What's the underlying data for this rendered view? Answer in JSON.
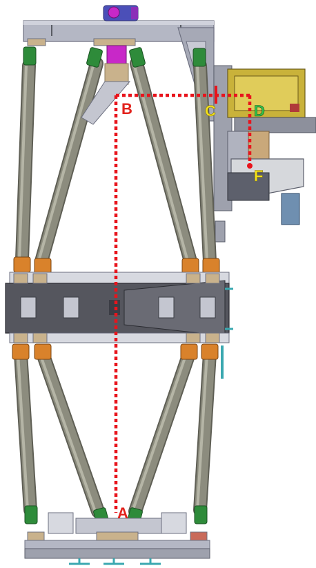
{
  "labels": {
    "A": {
      "text": "A",
      "color": "#e2221c"
    },
    "B": {
      "text": "B",
      "color": "#e2221c"
    },
    "C": {
      "text": "C",
      "color": "#f5e31a"
    },
    "D": {
      "text": "D",
      "color": "#33c24a"
    },
    "F": {
      "text": "F",
      "color": "#f5e31a"
    }
  },
  "colors": {
    "dashed_line": "#e8141c",
    "strut": "#8c8c7e",
    "strut_dark": "#5f5f55",
    "strut_light": "#b5b5a6",
    "orange_joint": "#d9822b",
    "green_joint": "#2e8b3a",
    "tan_joint": "#c9b28c",
    "frame": "#b4b7c4",
    "frame_dark": "#6d7080",
    "mid_beam": "#55565e",
    "magenta": "#c828c8",
    "teal": "#3aa8b0",
    "yellow_bracket": "#c9b23a"
  }
}
